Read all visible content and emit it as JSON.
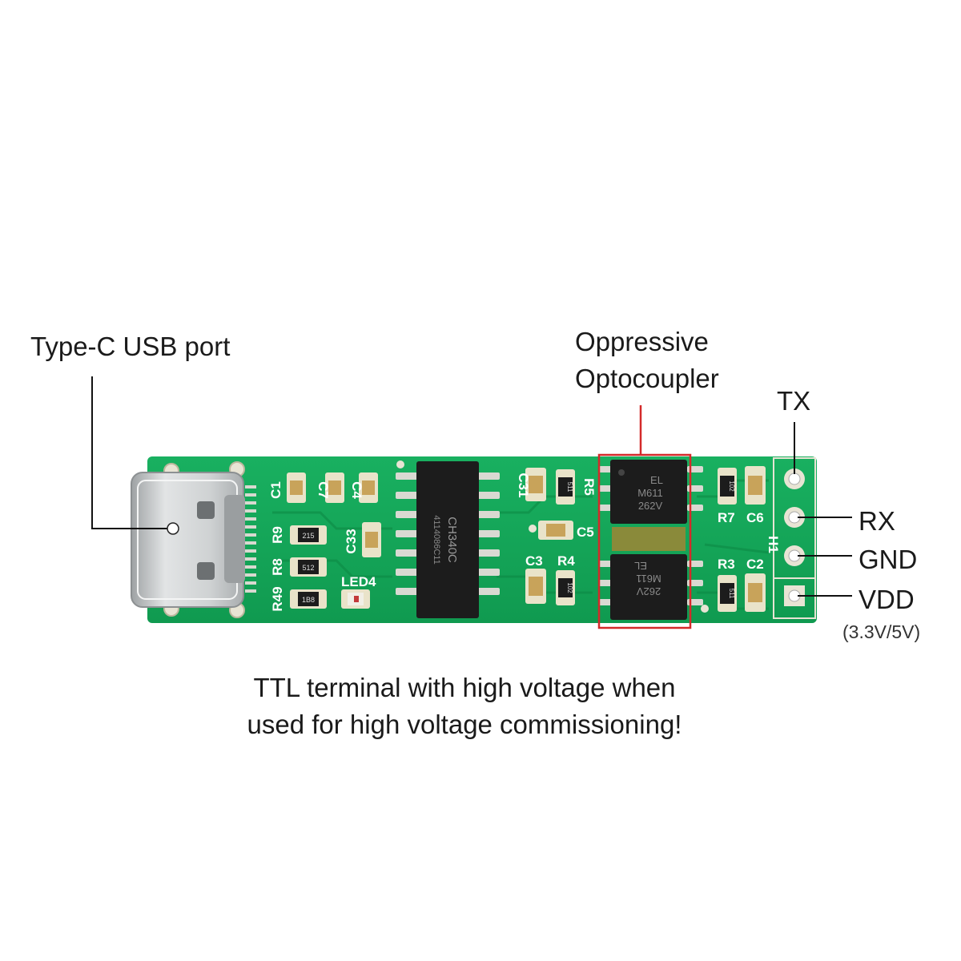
{
  "callouts": {
    "usb_port": "Type-C USB port",
    "optocoupler_line1": "Oppressive",
    "optocoupler_line2": "Optocoupler",
    "tx": "TX",
    "rx": "RX",
    "gnd": "GND",
    "vdd": "VDD",
    "vdd_note": "(3.3V/5V)"
  },
  "caption": {
    "line1": "TTL terminal with high voltage when",
    "line2": "used for high voltage commissioning!"
  },
  "board_silkscreen": {
    "c1": "C1",
    "c7": "C7",
    "c4": "C4",
    "c31": "C31",
    "c33": "C33",
    "c5": "C5",
    "c3": "C3",
    "c6": "C6",
    "c2": "C2",
    "r9": "R9",
    "r8": "R8",
    "r49": "R49",
    "r5": "R5",
    "r4": "R4",
    "r7": "R7",
    "r3": "R3",
    "led4": "LED4",
    "h1": "H1",
    "res_215": "215",
    "res_512": "512",
    "res_1b8": "1B8",
    "res_511a": "511",
    "res_102a": "102",
    "res_102b": "102",
    "res_511b": "511"
  },
  "chip_main": {
    "line1": "CH340C",
    "line2": "4114086C11"
  },
  "opto_top": {
    "line1": "EL",
    "line2": "M611",
    "line3": "262V"
  },
  "opto_bottom": {
    "line1": "EL",
    "line2": "M611",
    "line3": "262V"
  },
  "colors": {
    "pcb": "#14a657",
    "pcb_dark": "#0e8c48",
    "highlight_box": "#d42a2a",
    "chip": "#1c1c1c",
    "usb_metal": "#c8cacb"
  }
}
